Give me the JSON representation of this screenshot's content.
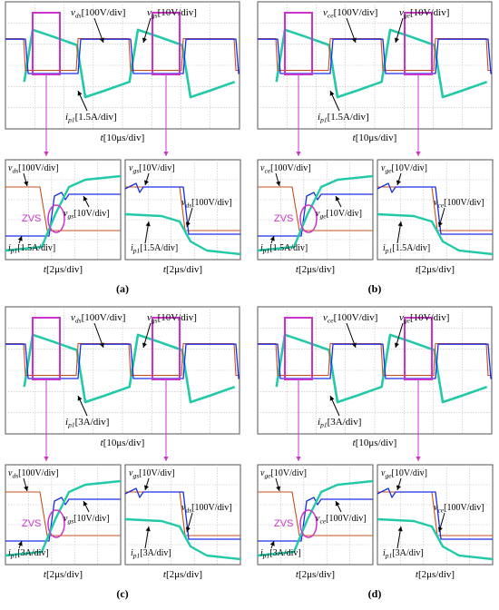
{
  "colors": {
    "grid": "#bdbdbd",
    "frame": "#555555",
    "voltage_trace": "#c8501e",
    "gate_trace": "#1a2ee6",
    "current_trace": "#22c9a8",
    "highlight": "#cc33cc"
  },
  "panels": [
    {
      "caption": "(a)",
      "top": {
        "labels": {
          "v1": "v",
          "v1_sub": "ds",
          "v1_tail": "[100V/div]",
          "v2": "v",
          "v2_sub": "gs",
          "v2_tail": "[10V/div]",
          "i": "i",
          "i_sub": "p1",
          "i_tail": "[1.5A/div]"
        },
        "time": "[10μs/div]"
      },
      "zoom_left": {
        "labels": {
          "a": "v",
          "a_sub": "ds",
          "a_tail": "[100V/div]",
          "b": "v",
          "b_sub": "gs",
          "b_tail": "[10V/div]",
          "i": "i",
          "i_sub": "p1",
          "i_tail": "[1.5A/div]"
        },
        "zvs": "ZVS",
        "time": "[2μs/div]"
      },
      "zoom_right": {
        "labels": {
          "a": "v",
          "a_sub": "gs",
          "a_tail": "[10V/div]",
          "b": "v",
          "b_sub": "ds",
          "b_tail": "[100V/div]",
          "i": "i",
          "i_sub": "p1",
          "i_tail": "[1.5A/div]"
        },
        "time": "[2μs/div]"
      }
    },
    {
      "caption": "(b)",
      "top": {
        "labels": {
          "v1": "v",
          "v1_sub": "ce",
          "v1_tail": "[100V/div]",
          "v2": "v",
          "v2_sub": "ge",
          "v2_tail": "[10V/div]",
          "i": "i",
          "i_sub": "p1",
          "i_tail": "[1.5A/div]"
        },
        "time": "[10μs/div]"
      },
      "zoom_left": {
        "labels": {
          "a": "v",
          "a_sub": "ce",
          "a_tail": "[100V/div]",
          "b": "v",
          "b_sub": "ge",
          "b_tail": "[10V/div]",
          "i": "i",
          "i_sub": "p1",
          "i_tail": "[1.5A/div]"
        },
        "zvs": "ZVS",
        "time": "[2μs/div]"
      },
      "zoom_right": {
        "labels": {
          "a": "v",
          "a_sub": "ge",
          "a_tail": "[10V/div]",
          "b": "v",
          "b_sub": "ce",
          "b_tail": "[100V/div]",
          "i": "i",
          "i_sub": "p1",
          "i_tail": "[1.5A/div]"
        },
        "time": "[2μs/div]"
      }
    },
    {
      "caption": "(c)",
      "top": {
        "labels": {
          "v1": "v",
          "v1_sub": "ds",
          "v1_tail": "[100V/div]",
          "v2": "v",
          "v2_sub": "gs",
          "v2_tail": "[10V/div]",
          "i": "i",
          "i_sub": "p1",
          "i_tail": "[3A/div]"
        },
        "time": "[10μs/div]"
      },
      "zoom_left": {
        "labels": {
          "a": "v",
          "a_sub": "ds",
          "a_tail": "[100V/div]",
          "b": "v",
          "b_sub": "gs",
          "b_tail": "[10V/div]",
          "i": "i",
          "i_sub": "p1",
          "i_tail": "[3A/div]"
        },
        "zvs": "ZVS",
        "time": "[2μs/div]"
      },
      "zoom_right": {
        "labels": {
          "a": "v",
          "a_sub": "gs",
          "a_tail": "[10V/div]",
          "b": "v",
          "b_sub": "ds",
          "b_tail": "[100V/div]",
          "i": "i",
          "i_sub": "p1",
          "i_tail": "[3A/div]"
        },
        "time": "[2μs/div]"
      }
    },
    {
      "caption": "(d)",
      "top": {
        "labels": {
          "v1": "v",
          "v1_sub": "ce",
          "v1_tail": "[100V/div]",
          "v2": "v",
          "v2_sub": "ge",
          "v2_tail": "[10V/div]",
          "i": "i",
          "i_sub": "p1",
          "i_tail": "[3A/div]"
        },
        "time": "[10μs/div]"
      },
      "zoom_left": {
        "labels": {
          "a": "v",
          "a_sub": "ge",
          "a_tail": "[10V/div]",
          "b": "v",
          "b_sub": "ce",
          "b_tail": "[100V/div]",
          "i": "i",
          "i_sub": "p1",
          "i_tail": "[3A/div]"
        },
        "zvs": "ZVS",
        "time": "[2μs/div]"
      },
      "zoom_right": {
        "labels": {
          "a": "v",
          "a_sub": "ge",
          "a_tail": "[10V/div]",
          "b": "v",
          "b_sub": "ce",
          "b_tail": "[100V/div]",
          "i": "i",
          "i_sub": "p1",
          "i_tail": "[3A/div]"
        },
        "time": "[2μs/div]"
      }
    }
  ],
  "time_symbol": "t"
}
